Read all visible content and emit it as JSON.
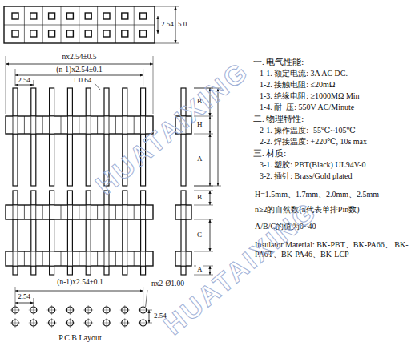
{
  "diagram": {
    "labels": [
      "2.54",
      "5.0",
      "nx2.54±0.5",
      "(n-1)x2.54±0.1",
      "2.54",
      "□0.64",
      "B",
      "H",
      "A",
      "B",
      "C",
      "A",
      "一. 电气性能:",
      "1-1. 额定电流: 3A AC DC.",
      "1-2. 接触电阻: ≤20mΩ",
      "1-3. 绝缘电阻: ≥1000MΩ Min",
      "1-4. 耐  压: 550V AC/Minute",
      "二. 物理特性:",
      "2-1. 操作温度: -55℃~105℃",
      "2-2. 焊接温度: +220℃, 10s max",
      "三. 材质:",
      "3-1. 塑胶: PBT(Black) UL94V-0",
      "3-2. 插针: Brass/Gold plated",
      "H=1.5mm、1.7mm、2.0mm、2.5mm",
      "n≥2的自然数(n代表单排Pin数)",
      "A/B/C的值为0~40",
      "Insulator Material: BK-PBT、BK-PA66、 BK-PA6T、BK-PA46、BK-LCP",
      "(n-1)x2.54±0.1",
      "2.54",
      "nx2-Ø1.00",
      "2.54",
      "P.C.B Layout",
      "HUATAIXING",
      "HUATAIXING"
    ]
  }
}
